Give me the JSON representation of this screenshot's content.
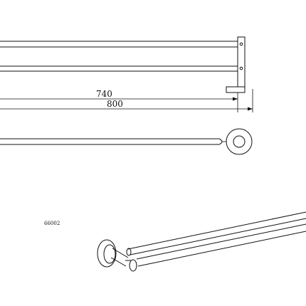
{
  "dimensions": {
    "inner_length": "740",
    "overall_length": "800"
  },
  "model_code": "66002"
}
